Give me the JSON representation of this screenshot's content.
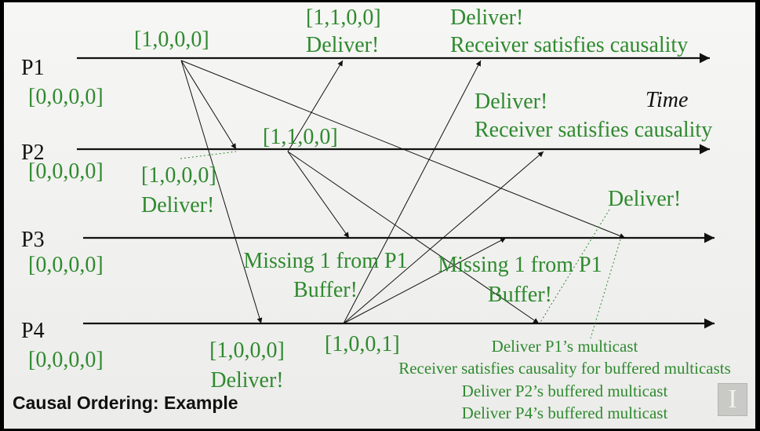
{
  "title": "Causal Ordering: Example",
  "time_label": "Time",
  "processes": [
    {
      "name": "P1",
      "vector": "[0,0,0,0]"
    },
    {
      "name": "P2",
      "vector": "[0,0,0,0]"
    },
    {
      "name": "P3",
      "vector": "[0,0,0,0]"
    },
    {
      "name": "P4",
      "vector": "[0,0,0,0]"
    }
  ],
  "annotations": {
    "p1_send": "[1,0,0,0]",
    "p1_recv_p2": [
      "[1,1,0,0]",
      "Deliver!"
    ],
    "p1_recv_p4": [
      "Deliver!",
      "Receiver satisfies causality"
    ],
    "p2_recv_p4": [
      "Deliver!",
      "Receiver satisfies causality"
    ],
    "p2_send": "[1,1,0,0]",
    "p2_recv_p1": [
      "[1,0,0,0]",
      "Deliver!"
    ],
    "p3_deliver": "Deliver!",
    "p3_missing_a": [
      "Missing 1 from P1",
      "Buffer!"
    ],
    "p3_missing_b": [
      "Missing 1 from P1",
      "Buffer!"
    ],
    "p4_recv_p1": [
      "[1,0,0,0]",
      "Deliver!"
    ],
    "p4_send": "[1,0,0,1]",
    "p3_final_notes": [
      "Deliver P1’s multicast",
      "Receiver satisfies causality for buffered multicasts",
      "Deliver P2’s buffered multicast",
      "Deliver P4’s buffered multicast"
    ]
  },
  "colors": {
    "annotation": "#2f8a2f",
    "line": "#111111"
  },
  "logo_letter": "I"
}
